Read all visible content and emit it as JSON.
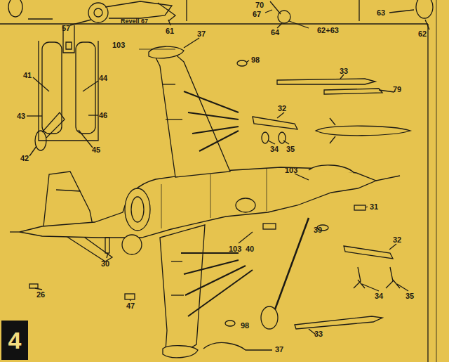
{
  "diagram": {
    "nodes": [
      {
        "text": [
          "4"
        ]
      }
    ],
    "labels": [
      "57",
      "Revell 67",
      "61",
      "70",
      "67",
      "64",
      "62+63",
      "63",
      "62",
      "103",
      "37",
      "98",
      "33",
      "79",
      "32",
      "34",
      "35",
      "41",
      "44",
      "43",
      "46",
      "42",
      "45",
      "103",
      "31",
      "39",
      "103",
      "40",
      "32",
      "34",
      "35",
      "26",
      "30",
      "47",
      "98",
      "37",
      "33"
    ]
  }
}
